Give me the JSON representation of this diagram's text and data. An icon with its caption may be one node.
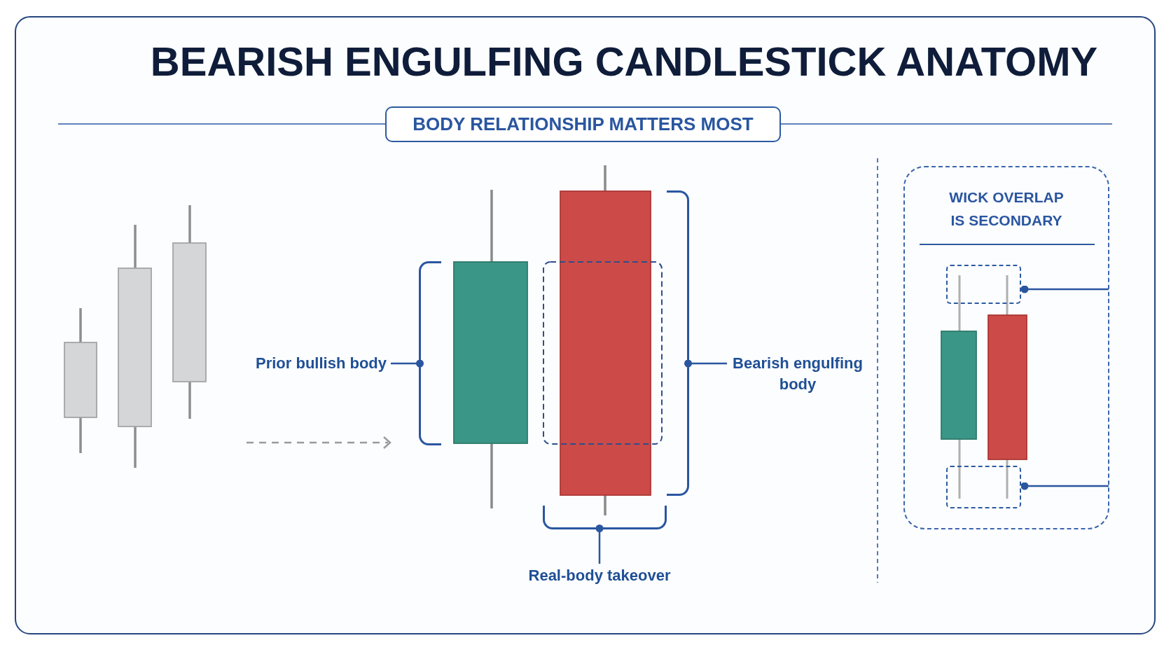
{
  "diagram": {
    "title": "BEARISH ENGULFING CANDLESTICK ANATOMY",
    "nodes": [
      {
        "text": [
          "BODY RELATIONSHIP MATTERS MOST"
        ]
      },
      {
        "text": [
          "Prior bullish body"
        ]
      },
      {
        "text": [],
        "shape": "bracket"
      },
      {
        "text": [],
        "shape": "bracket"
      },
      {
        "text": [],
        "shape": "bracket"
      },
      {
        "text": [
          "Bearish engulfing body"
        ]
      },
      {
        "text": [
          "Real-body takeover"
        ]
      },
      {
        "text": [
          "WICK OVERLAP IS SECONDARY"
        ]
      },
      {
        "text": [],
        "shape": "box",
        "in": 7
      },
      {
        "text": [],
        "shape": "box",
        "in": 7
      }
    ],
    "edges": [
      {
        "from": 1,
        "to": 2,
        "arrow": "other"
      },
      {
        "from": 5,
        "to": 4,
        "arrow": "other"
      },
      {
        "from": 6,
        "to": 3,
        "arrow": "other"
      },
      {
        "from": 7,
        "to": 8,
        "arrow": "other"
      },
      {
        "from": 7,
        "to": 9,
        "arrow": "other"
      }
    ]
  }
}
